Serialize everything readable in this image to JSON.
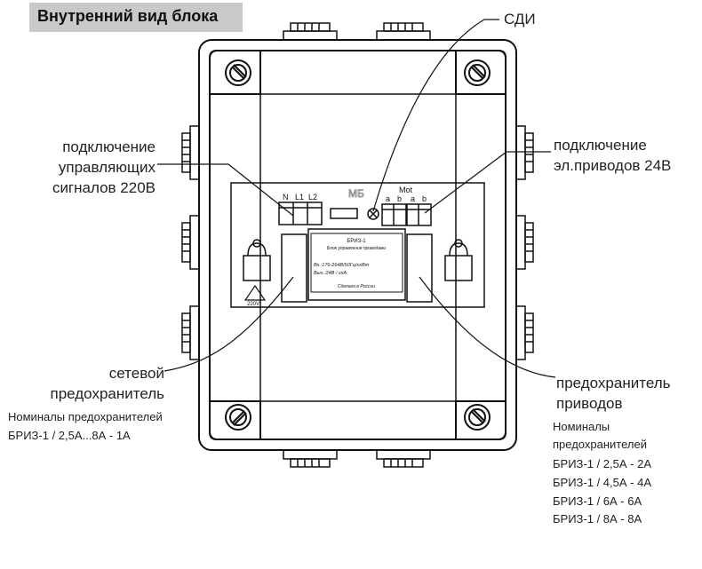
{
  "title": "Внутренний вид блока",
  "labels": {
    "led": "СДИ",
    "control_signals": [
      "подключение",
      "управляющих",
      "сигналов 220В"
    ],
    "drive_connection": [
      "подключение",
      "эл.приводов 24В"
    ],
    "mains_fuse": [
      "сетевой",
      "предохранитель"
    ],
    "drive_fuse": [
      "предохранитель",
      "приводов"
    ]
  },
  "mains_fuse_ratings": [
    "Номиналы предохранителей",
    "БРИЗ-1 / 2,5А...8А -  1А"
  ],
  "drive_fuse_ratings": [
    "Номиналы",
    "предохранителей",
    "БРИЗ-1 / 2,5А  - 2А",
    "БРИЗ-1 / 4,5А - 4А",
    "БРИЗ-1 / 6А     - 6А",
    "БРИЗ-1 / 8А    - 8А"
  ],
  "board": {
    "terminals_left": [
      "N",
      "L1",
      "L2"
    ],
    "mot_label": "Mot",
    "terminals_right": [
      "a",
      "b",
      "a",
      "b"
    ],
    "logo": "МБ",
    "warning": "220V",
    "plate_lines": [
      "БРИЗ-1",
      "Блок управления приводами",
      "Вх.:176-264В/50Гц/ххВт",
      "Вых.:24В / ххА",
      "Сделано в России"
    ]
  }
}
